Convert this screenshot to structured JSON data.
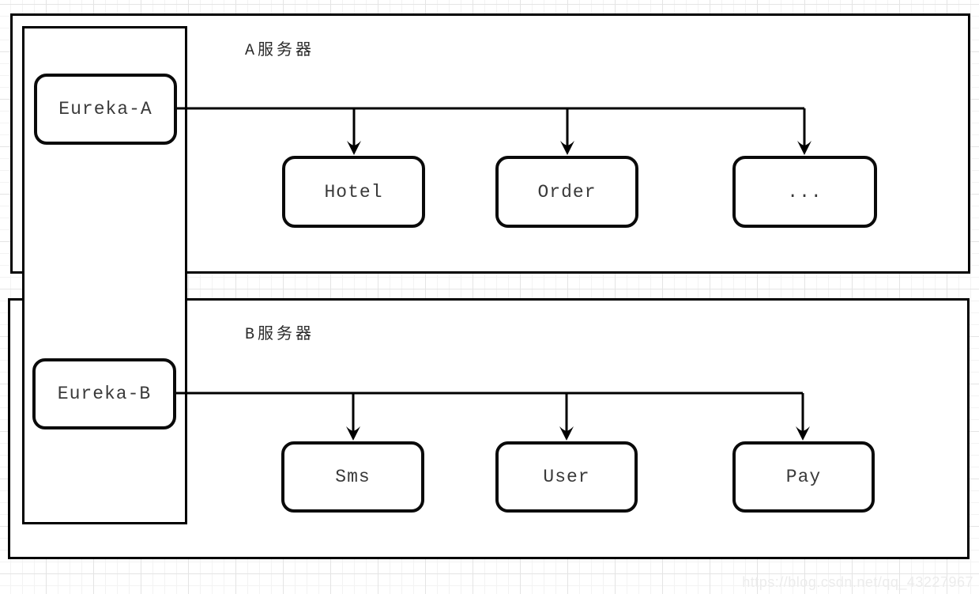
{
  "diagram": {
    "title_hint": "Eureka service registry across two servers",
    "servers": [
      {
        "id": "server-a",
        "label": "A服务器"
      },
      {
        "id": "server-b",
        "label": "B服务器"
      }
    ],
    "nodes": {
      "eureka_a": {
        "label": "Eureka-A"
      },
      "eureka_b": {
        "label": "Eureka-B"
      },
      "hotel": {
        "label": "Hotel"
      },
      "order": {
        "label": "Order"
      },
      "dots": {
        "label": "..."
      },
      "sms": {
        "label": "Sms"
      },
      "user": {
        "label": "User"
      },
      "pay": {
        "label": "Pay"
      }
    },
    "edges": [
      {
        "from": "eureka_a",
        "to": [
          "hotel",
          "order",
          "dots"
        ]
      },
      {
        "from": "eureka_b",
        "to": [
          "sms",
          "user",
          "pay"
        ]
      }
    ],
    "watermark": "https://blog.csdn.net/qq_43227967",
    "colors": {
      "line": "#000000",
      "node_border": "#0a0a0a",
      "node_text": "#3a3a3a",
      "label_text": "#2b2b2b",
      "grid_minor": "#f3f3f3",
      "grid_major": "#e4e4e4",
      "watermark": "#ececec",
      "background": "#ffffff"
    }
  }
}
